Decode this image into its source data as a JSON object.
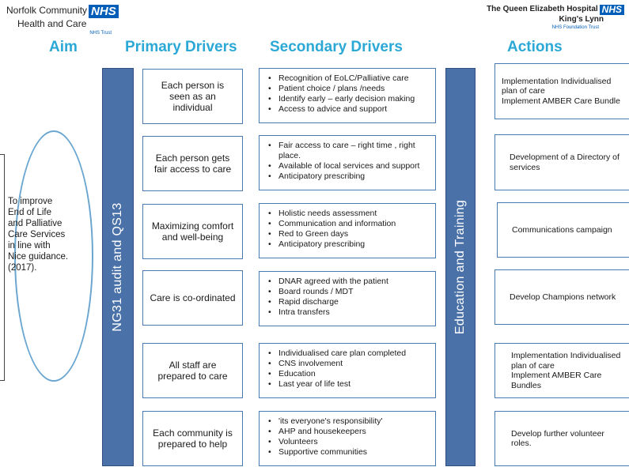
{
  "logos": {
    "left_org_line1": "Norfolk Community",
    "left_org_line2": "Health and Care",
    "left_badge": "NHS",
    "left_trust": "NHS Trust",
    "right_org_line1": "The Queen Elizabeth Hospital",
    "right_badge": "NHS",
    "right_org_line2": "King's Lynn",
    "right_trust": "NHS Foundation Trust"
  },
  "headings": {
    "aim": "Aim",
    "primary": "Primary Drivers",
    "secondary": "Secondary Drivers",
    "actions": "Actions"
  },
  "aim": {
    "line1": "To improve",
    "line2": "End of Life",
    "line3": "and Palliative",
    "line4": "Care Services",
    "line5": "in line with",
    "line6": "Nice guidance.",
    "line7": "(2017)."
  },
  "bars": {
    "left": "NG31 audit and QS13",
    "right": "Education and Training"
  },
  "primary_drivers": [
    {
      "line1": "Each person is",
      "line2": "seen as an",
      "line3": "individual"
    },
    {
      "line1": "Each person gets",
      "line2": "fair access to care"
    },
    {
      "line1": "Maximizing comfort",
      "line2": "and well-being"
    },
    {
      "line1": "Care is co-ordinated"
    },
    {
      "line1": "All staff are",
      "line2": "prepared to care"
    },
    {
      "line1": "Each community is",
      "line2": "prepared to help"
    }
  ],
  "secondary_drivers": [
    {
      "items": [
        "Recognition of EoLC/Palliative care",
        "Patient choice / plans /needs",
        "Identify early – early decision making",
        "Access to advice and support"
      ]
    },
    {
      "items": [
        "Fair access to care – right time , right place.",
        "Available of local services and support",
        "Anticipatory prescribing"
      ]
    },
    {
      "items": [
        "Holistic needs assessment",
        "Communication and information",
        "Red to Green days",
        "Anticipatory prescribing"
      ]
    },
    {
      "items": [
        "DNAR agreed with the patient",
        "Board rounds / MDT",
        "Rapid discharge",
        "Intra transfers"
      ]
    },
    {
      "items": [
        "Individualised care plan completed",
        "CNS involvement",
        "Education",
        "Last year of life test"
      ]
    },
    {
      "items": [
        "'its everyone's responsibility'",
        "AHP and housekeepers",
        "Volunteers",
        "Supportive communities"
      ]
    }
  ],
  "actions": [
    {
      "line1": "Implementation Individualised",
      "line2": "plan of care",
      "line3": "Implement AMBER Care Bundle"
    },
    {
      "line1": "Development of a Directory of",
      "line2": "services"
    },
    {
      "line1": "Communications campaign"
    },
    {
      "line1": "Develop Champions network"
    },
    {
      "line1": "Implementation Individualised",
      "line2": "plan of care",
      "line3": "Implement AMBER Care",
      "line4": "Bundles"
    },
    {
      "line1": "Develop further volunteer",
      "line2": "roles."
    }
  ],
  "colors": {
    "heading": "#2ba8d6",
    "bar_fill": "#4a71a8",
    "box_border": "#4a78b0",
    "nhs_blue": "#005eb8"
  }
}
